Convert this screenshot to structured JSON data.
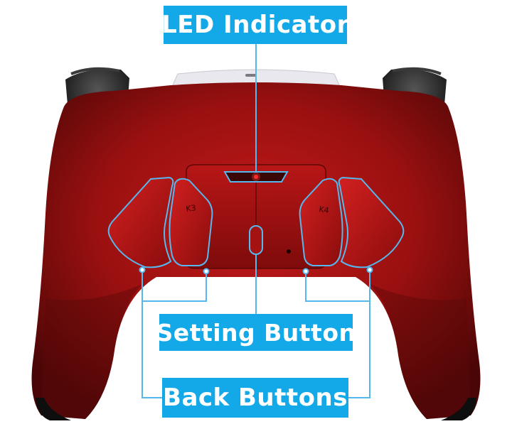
{
  "callouts": {
    "led_indicator": "LED Indicator",
    "setting_button": "Setting Button",
    "back_buttons": "Back Buttons"
  },
  "paddle_labels": {
    "k3": "K3",
    "k4": "K4"
  },
  "colors": {
    "callout_bg": "#13a8e8",
    "callout_text": "#ffffff",
    "controller_red": "#a81414",
    "controller_dark": "#4a0606",
    "outline_blue": "#55b8ee",
    "led_red": "#ff2020",
    "trigger_black": "#1a1a1a"
  }
}
